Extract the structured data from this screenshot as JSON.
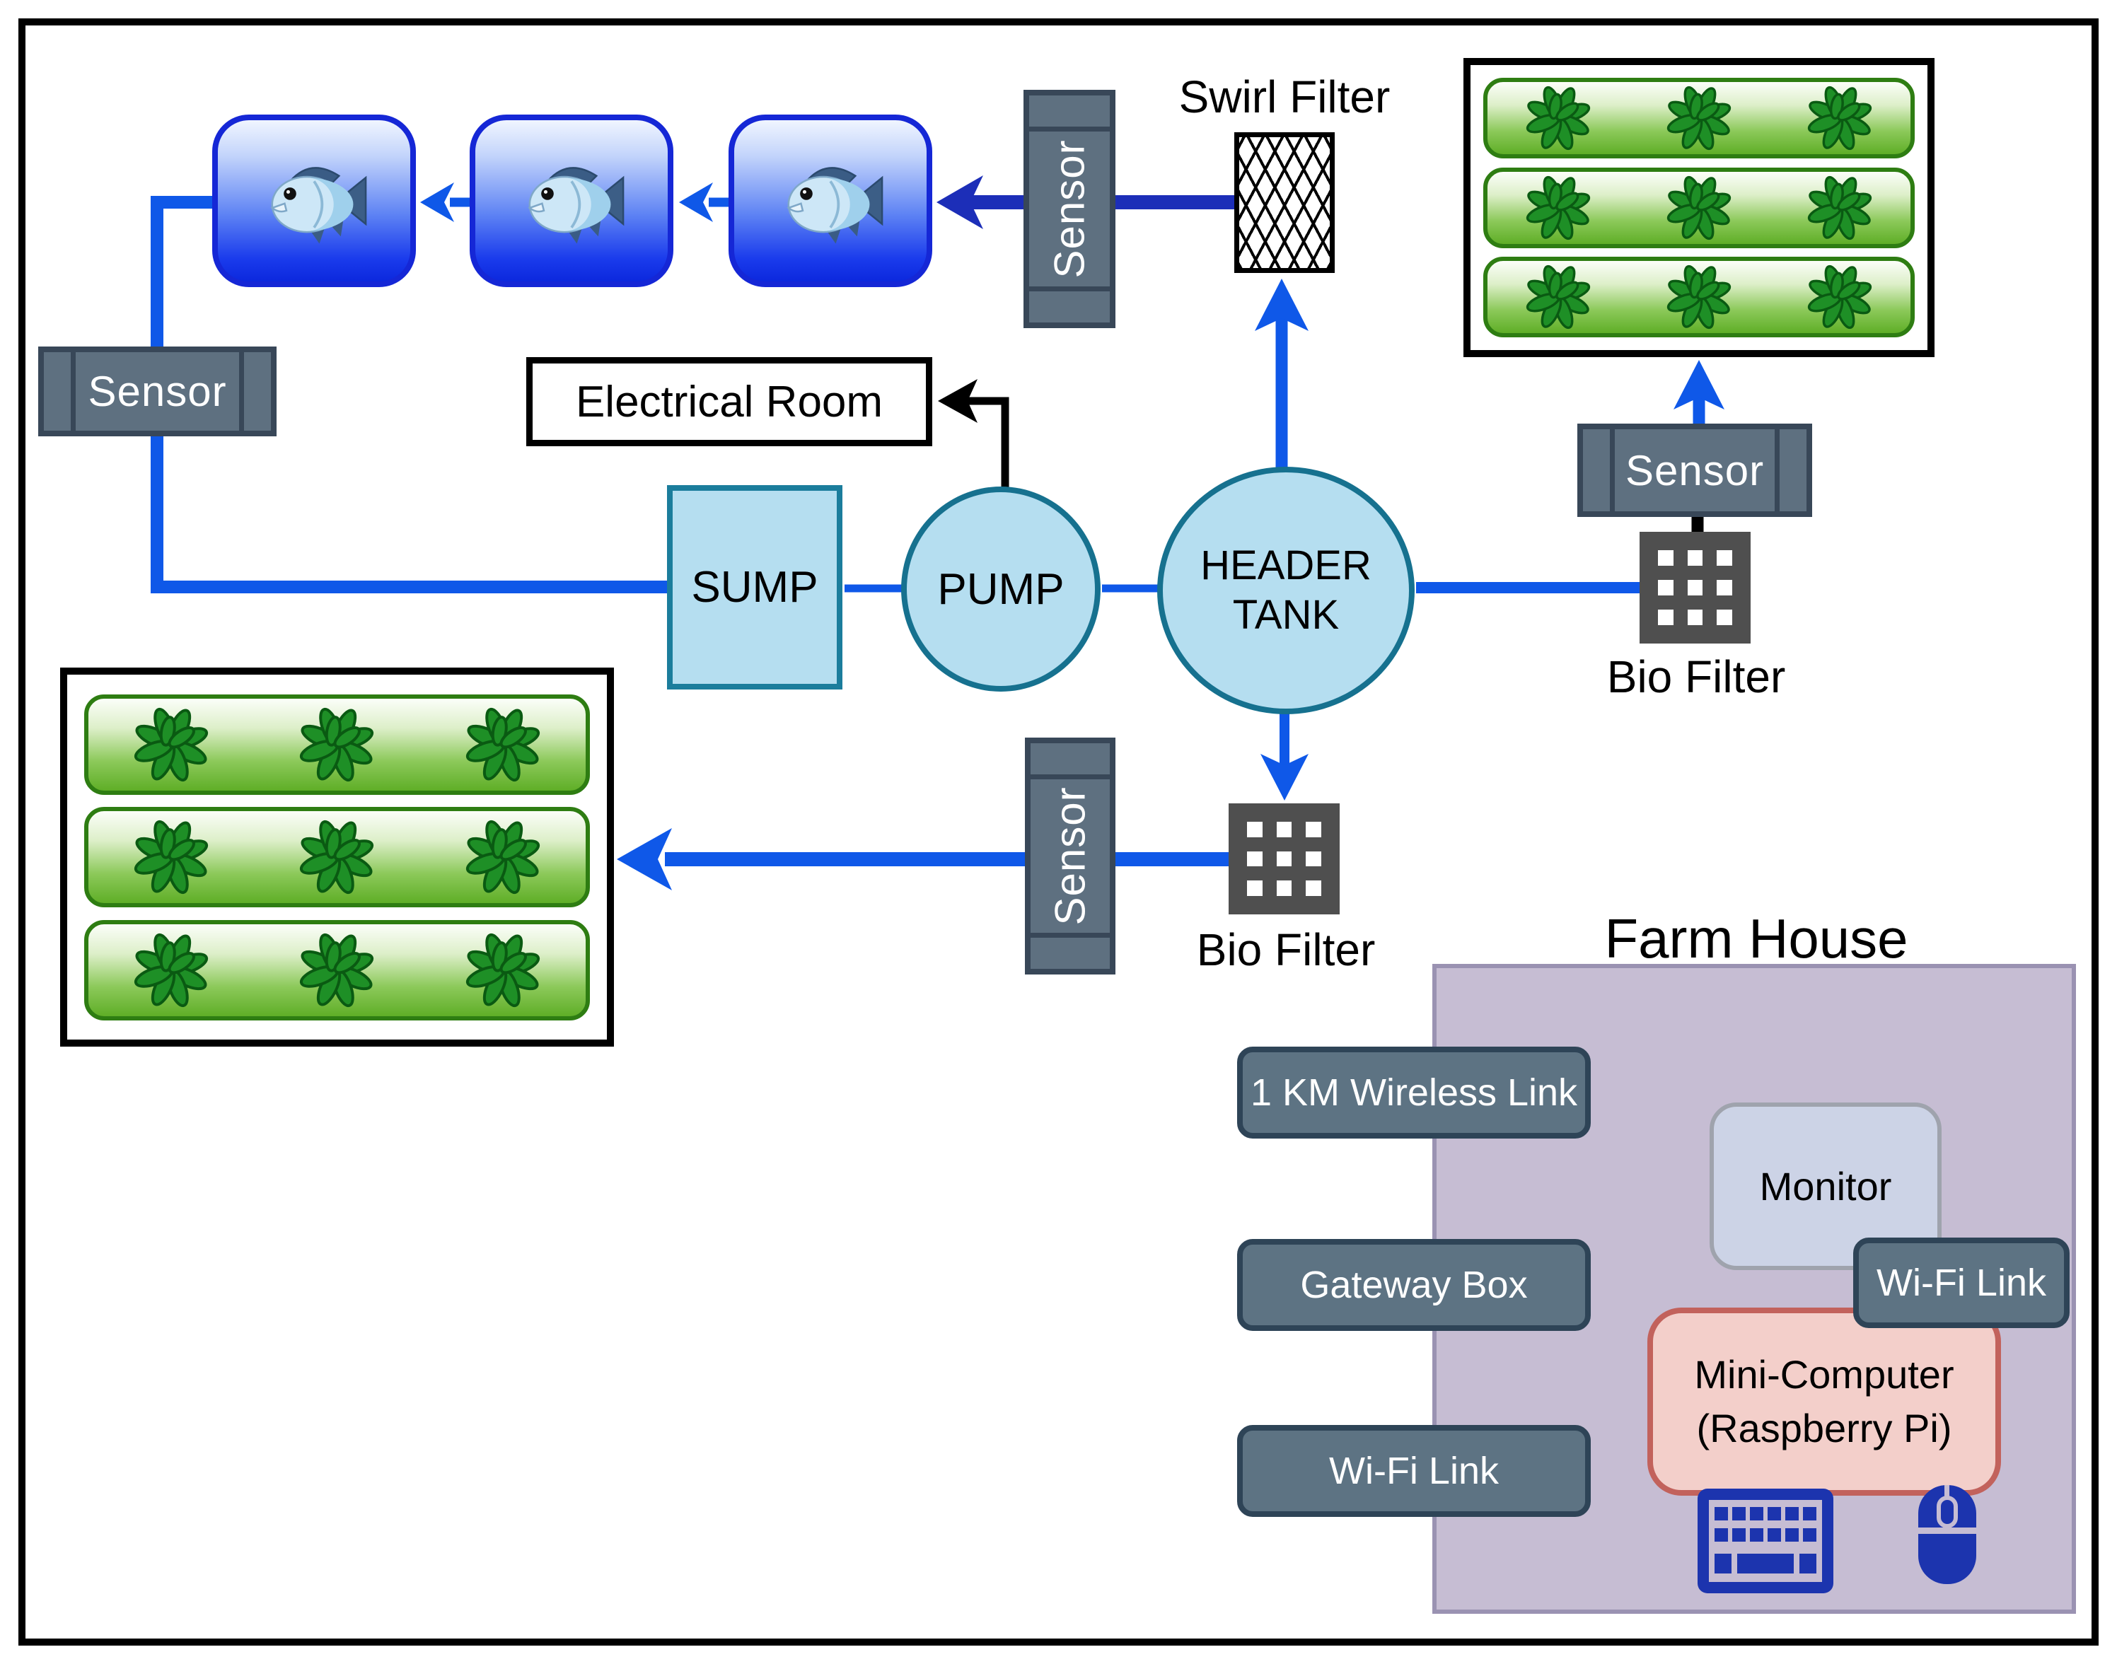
{
  "labels": {
    "swirl_filter": "Swirl Filter",
    "electrical_room": "Electrical Room",
    "sump": "SUMP",
    "pump": "PUMP",
    "header_tank": "HEADER TANK",
    "bio_filter_right": "Bio Filter",
    "bio_filter_bottom": "Bio Filter",
    "sensor": "Sensor"
  },
  "farm_house": {
    "title": "Farm House",
    "buttons": [
      {
        "label": "1 KM Wireless Link"
      },
      {
        "label": "Gateway Box"
      },
      {
        "label": "Wi-Fi Link"
      }
    ],
    "monitor": "Monitor",
    "wifi_link": "Wi-Fi Link",
    "mini_computer_line1": "Mini-Computer",
    "mini_computer_line2": "(Raspberry Pi)"
  },
  "grow_beds": {
    "left_rows": 3,
    "right_rows": 3,
    "plants_per_row": 3
  },
  "fish_tanks": {
    "count": 3
  },
  "icons": [
    "fish-icon",
    "plant-icon",
    "keyboard-icon",
    "mouse-icon",
    "crosshatch-swirl-filter-icon",
    "bio-filter-grid-icon"
  ],
  "colors": {
    "flow_arrow_blue": "#0f58e8",
    "dark_arrow_navy": "#1c2eb8",
    "tank_border": "#1527d6",
    "vessel_fill": "#b5def0",
    "vessel_border": "#16718f",
    "sensor_fill": "#5e7080",
    "sensor_border": "#384758",
    "bio_filter_fill": "#4f4f4f",
    "plant_green": "#1e8f26",
    "bed_green": "#5fae27",
    "farm_house_fill": "#c6bdd3",
    "button_fill": "#5d7383",
    "peripheral_blue": "#1c34ae"
  },
  "connections": [
    "sensor-top -> fish-tank-3",
    "fish-tank-3 -> fish-tank-2",
    "fish-tank-2 -> fish-tank-1",
    "fish-tank-1 -> sensor-left -> sump",
    "sump -> pump",
    "pump -> electrical-room",
    "pump -> header-tank",
    "header-tank -> swirl-filter -> sensor-top",
    "header-tank -> bio-filter-right -> sensor-right -> grow-bed-right",
    "header-tank -> bio-filter-bottom -> sensor-bottom -> grow-bed-left"
  ]
}
